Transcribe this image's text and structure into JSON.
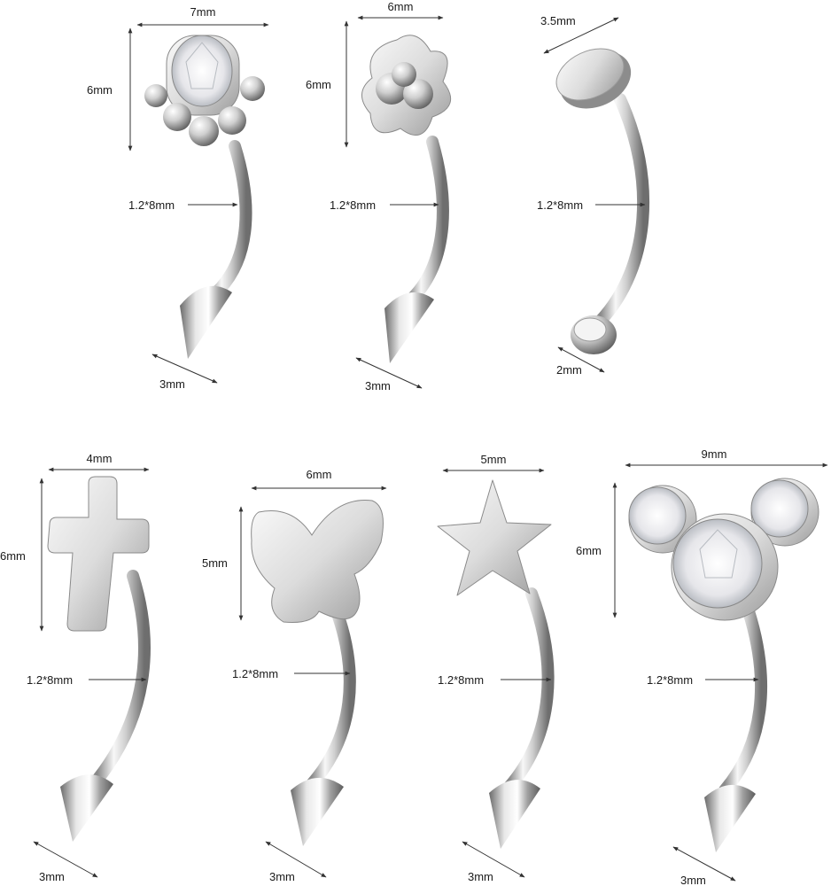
{
  "items": [
    {
      "name": "crystal-paw",
      "head_width": "7mm",
      "head_height": "6mm",
      "bar": "1.2*8mm",
      "end": "3mm"
    },
    {
      "name": "flower",
      "head_width": "6mm",
      "head_height": "6mm",
      "bar": "1.2*8mm",
      "end": "3mm"
    },
    {
      "name": "flat-disc",
      "head_width": "3.5mm",
      "bar": "1.2*8mm",
      "end": "2mm"
    },
    {
      "name": "cross",
      "head_width": "4mm",
      "head_height": "6mm",
      "bar": "1.2*8mm",
      "end": "3mm"
    },
    {
      "name": "butterfly",
      "head_width": "6mm",
      "head_height": "5mm",
      "bar": "1.2*8mm",
      "end": "3mm"
    },
    {
      "name": "star",
      "head_width": "5mm",
      "bar": "1.2*8mm",
      "end": "3mm"
    },
    {
      "name": "mouse-crystal",
      "head_width": "9mm",
      "head_height": "6mm",
      "bar": "1.2*8mm",
      "end": "3mm"
    }
  ],
  "colors": {
    "metal_light": "#f4f4f4",
    "metal_mid": "#c9c9c9",
    "metal_dark": "#7a7a7a",
    "line": "#333333"
  }
}
